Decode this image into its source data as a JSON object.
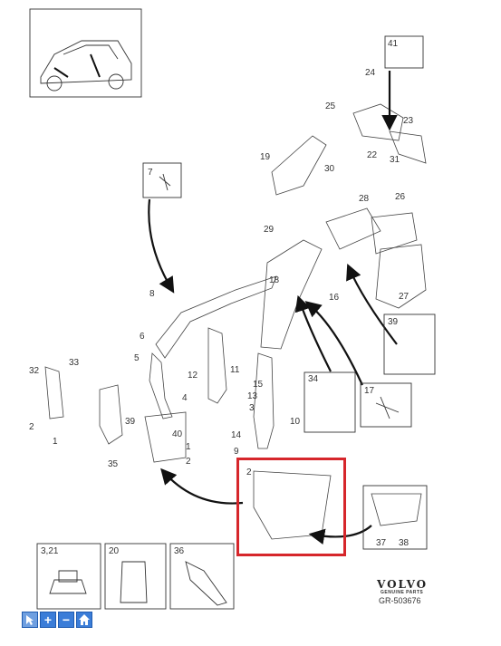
{
  "callouts": {
    "c2a": "2",
    "c2b": "2",
    "c2c": "2",
    "c5": "5",
    "c6": "6",
    "c7": "7",
    "c8": "8",
    "c9": "9",
    "c10": "10",
    "c11": "11",
    "c12": "12",
    "c13": "13",
    "c14": "14",
    "c15": "15",
    "c16": "16",
    "c18": "18",
    "c19": "19",
    "c22": "22",
    "c23": "23",
    "c24": "24",
    "c25": "25",
    "c26": "26",
    "c27": "27",
    "c28": "28",
    "c29": "29",
    "c30": "30",
    "c31": "31",
    "c32": "32",
    "c33": "33",
    "c35": "35",
    "c39": "39",
    "c40": "40",
    "c1a": "1",
    "c1b": "1",
    "c4": "4",
    "c3": "3"
  },
  "boxes": {
    "b41": "41",
    "b7": "7",
    "b39": "39",
    "b34": "34",
    "b17": "17",
    "b2": "2",
    "b37": "37",
    "b38": "38",
    "b321": "3,21",
    "b20": "20",
    "b36": "36"
  },
  "brand": {
    "name": "VOLVO",
    "sub": "GENUINE PARTS",
    "code": "GR-503676"
  },
  "toolbar": {
    "buttons": [
      "select",
      "zoom-in",
      "zoom-out",
      "home"
    ],
    "zoom_in_glyph": "+",
    "zoom_out_glyph": "−"
  },
  "colors": {
    "highlight": "#d6262b",
    "toolbar": "#3b7dd8"
  }
}
